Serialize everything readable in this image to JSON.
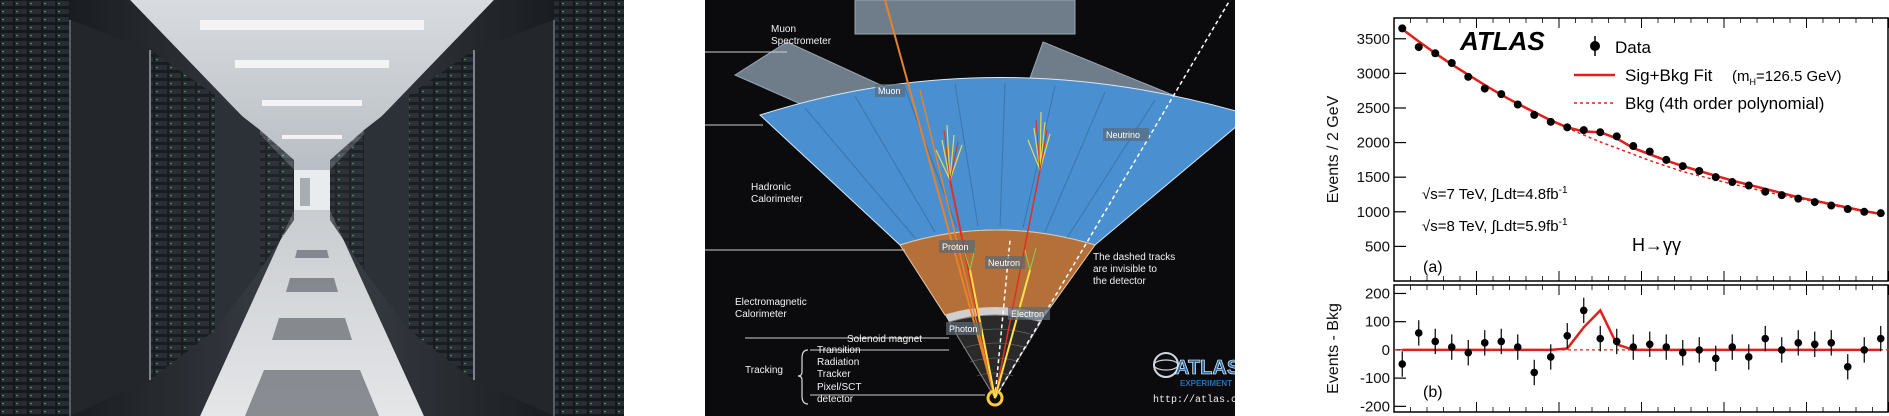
{
  "detector": {
    "labels": {
      "muon_spectrometer": "Muon\nSpectrometer",
      "hadronic_calorimeter": "Hadronic\nCalorimeter",
      "em_calorimeter": "Electromagnetic\nCalorimeter",
      "solenoid": "Solenoid magnet",
      "tracking": "Tracking",
      "trt": "Transition\nRadiation\nTracker",
      "pixel": "Pixel/SCT\ndetector",
      "muon": "Muon",
      "neutrino": "Neutrino",
      "proton": "Proton",
      "neutron": "Neutron",
      "photon": "Photon",
      "electron": "Electron",
      "dashed_note": "The dashed tracks\nare invisible to\nthe detector",
      "logo_main": "ATLAS",
      "logo_sub": "EXPERIMENT",
      "url": "http://atlas.ch"
    }
  },
  "plot": {
    "brand": "ATLAS",
    "legend": {
      "data": "Data",
      "fit": "Sig+Bkg Fit",
      "fit_param": "(m",
      "fit_param_sub": "H",
      "fit_param_rest": "=126.5 GeV)",
      "bkg": "Bkg (4th order polynomial)"
    },
    "ann": {
      "s7_a": "√s=7 TeV, ∫Ldt=4.8fb",
      "s7_sup": "-1",
      "s8_a": "√s=8 TeV, ∫Ldt=5.9fb",
      "s8_sup": "-1",
      "channel": "H→γγ",
      "panel_a": "(a)",
      "panel_b": "(b)"
    },
    "colors": {
      "fit": "#e0201c",
      "data": "#000000"
    }
  },
  "chart_data": [
    {
      "type": "scatter",
      "title": "",
      "xlabel": "",
      "ylabel": "Events / 2 GeV",
      "ylim": [
        0,
        3800
      ],
      "yticks": [
        "500",
        "1000",
        "1500",
        "2000",
        "2500",
        "3000",
        "3500"
      ],
      "x": [
        101,
        103,
        105,
        107,
        109,
        111,
        113,
        115,
        117,
        119,
        121,
        123,
        125,
        127,
        129,
        131,
        133,
        135,
        137,
        139,
        141,
        143,
        145,
        147,
        149,
        151,
        153,
        155,
        157,
        159
      ],
      "series": [
        {
          "name": "Data",
          "values": [
            3650,
            3380,
            3290,
            3150,
            2950,
            2780,
            2700,
            2550,
            2400,
            2300,
            2220,
            2180,
            2150,
            2090,
            1950,
            1870,
            1750,
            1660,
            1590,
            1500,
            1430,
            1380,
            1290,
            1240,
            1190,
            1140,
            1090,
            1040,
            1000,
            980
          ]
        },
        {
          "name": "Sig+Bkg Fit",
          "values": [
            3640,
            3460,
            3290,
            3130,
            2980,
            2830,
            2690,
            2560,
            2440,
            2320,
            2220,
            2160,
            2150,
            2060,
            1920,
            1830,
            1740,
            1660,
            1590,
            1520,
            1450,
            1390,
            1330,
            1270,
            1210,
            1160,
            1110,
            1060,
            1010,
            970
          ]
        },
        {
          "name": "Bkg (4th order polynomial)",
          "values": [
            3640,
            3460,
            3290,
            3130,
            2980,
            2830,
            2690,
            2560,
            2440,
            2320,
            2210,
            2110,
            2010,
            1920,
            1830,
            1740,
            1660,
            1580,
            1520,
            1460,
            1400,
            1350,
            1290,
            1240,
            1190,
            1150,
            1100,
            1050,
            1010,
            970
          ]
        }
      ]
    },
    {
      "type": "scatter",
      "title": "",
      "xlabel": "",
      "ylabel": "Events - Bkg",
      "ylim": [
        -220,
        230
      ],
      "yticks": [
        "-200",
        "-100",
        "0",
        "100",
        "200"
      ],
      "x": [
        101,
        103,
        105,
        107,
        109,
        111,
        113,
        115,
        117,
        119,
        121,
        123,
        125,
        127,
        129,
        131,
        133,
        135,
        137,
        139,
        141,
        143,
        145,
        147,
        149,
        151,
        153,
        155,
        157,
        159
      ],
      "series": [
        {
          "name": "Data",
          "values": [
            -50,
            60,
            30,
            10,
            -10,
            25,
            30,
            10,
            -80,
            -25,
            50,
            140,
            40,
            30,
            10,
            20,
            10,
            -10,
            0,
            -30,
            10,
            -25,
            40,
            0,
            25,
            20,
            25,
            -60,
            0,
            40
          ]
        },
        {
          "name": "Sig+Bkg Fit",
          "values": [
            0,
            0,
            0,
            0,
            0,
            0,
            0,
            0,
            0,
            0,
            5,
            80,
            140,
            20,
            0,
            0,
            0,
            0,
            0,
            0,
            0,
            0,
            0,
            0,
            0,
            0,
            0,
            0,
            0,
            0
          ]
        }
      ]
    }
  ]
}
